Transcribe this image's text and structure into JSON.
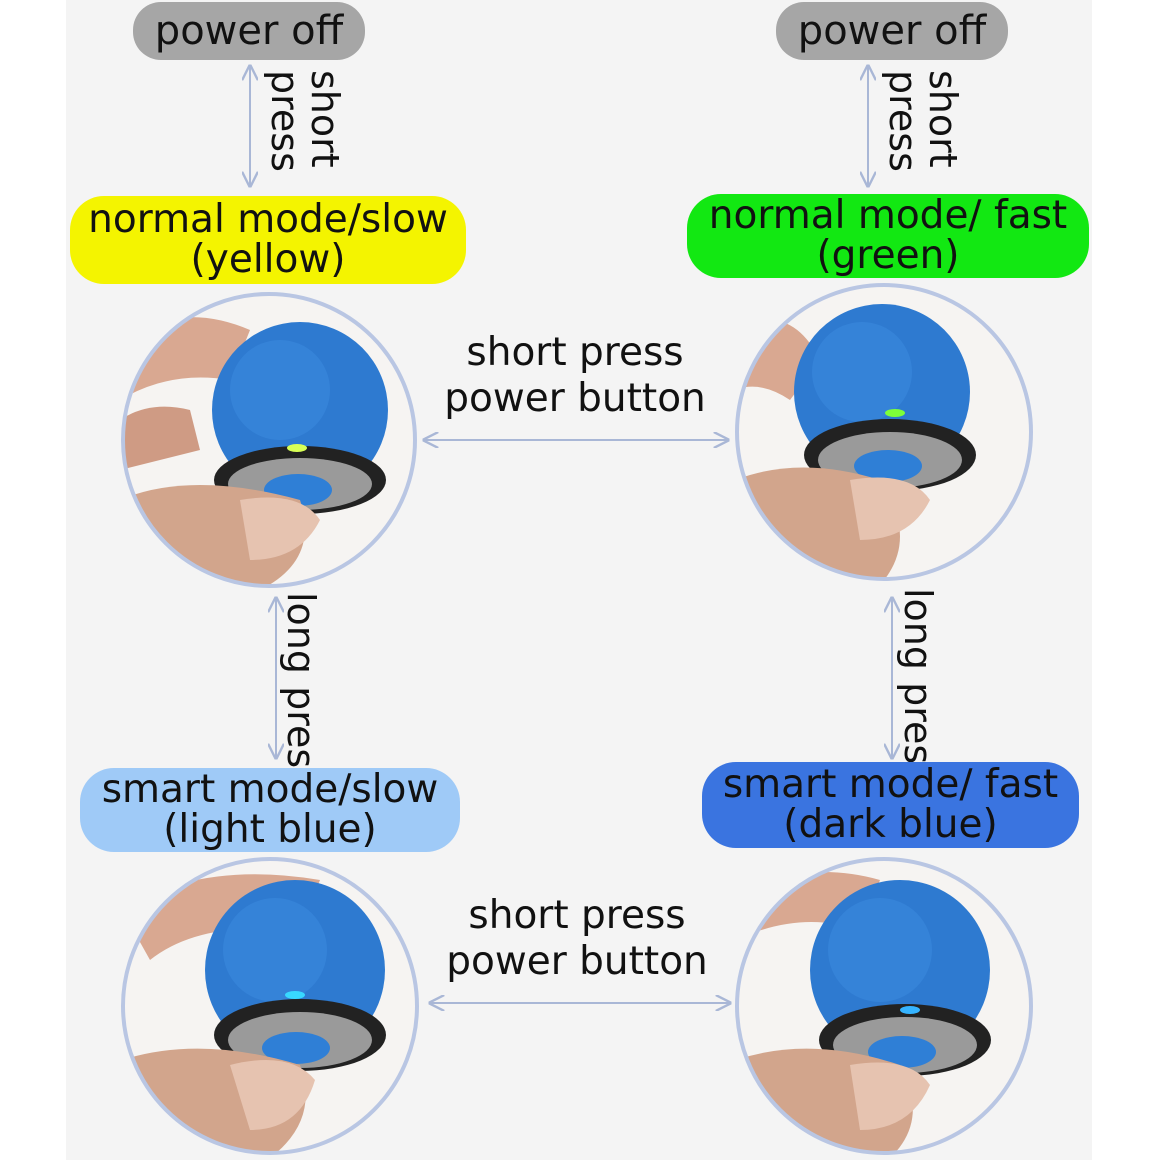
{
  "top_left": {
    "power_off": "power off",
    "arrow_label_line1": "short",
    "arrow_label_line2": "press",
    "mode_line1": "normal mode/slow",
    "mode_line2": "(yellow)",
    "mode_color": "#f4f400"
  },
  "top_right": {
    "power_off": "power off",
    "arrow_label_line1": "short",
    "arrow_label_line2": "press",
    "mode_line1": "normal mode/ fast",
    "mode_line2": "(green)",
    "mode_color": "#12e812"
  },
  "middle_top": {
    "line1": "short press",
    "line2": "power button"
  },
  "left_vertical": {
    "label": "long press"
  },
  "right_vertical": {
    "label": "long press"
  },
  "bottom_left": {
    "mode_line1": "smart mode/slow",
    "mode_line2": "(light blue)",
    "mode_color": "#9fcaf7"
  },
  "bottom_right": {
    "mode_line1": "smart mode/ fast",
    "mode_line2": "(dark blue)",
    "mode_color": "#3a74e0"
  },
  "middle_bottom": {
    "line1": "short press",
    "line2": "power button"
  },
  "photos": [
    {
      "name": "photo-normal-slow",
      "led_color": "#d8ff55"
    },
    {
      "name": "photo-normal-fast",
      "led_color": "#7dff3a"
    },
    {
      "name": "photo-smart-slow",
      "led_color": "#38d8ff"
    },
    {
      "name": "photo-smart-fast",
      "led_color": "#36b4ff"
    }
  ]
}
